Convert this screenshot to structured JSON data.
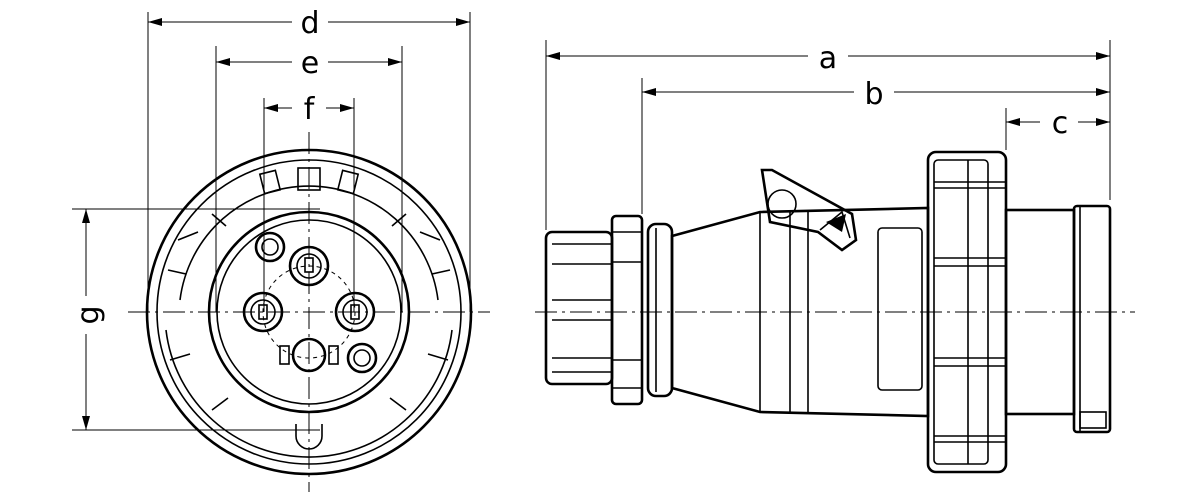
{
  "dimensions": {
    "a": "a",
    "b": "b",
    "c": "c",
    "d": "d",
    "e": "e",
    "f": "f",
    "g": "g"
  }
}
